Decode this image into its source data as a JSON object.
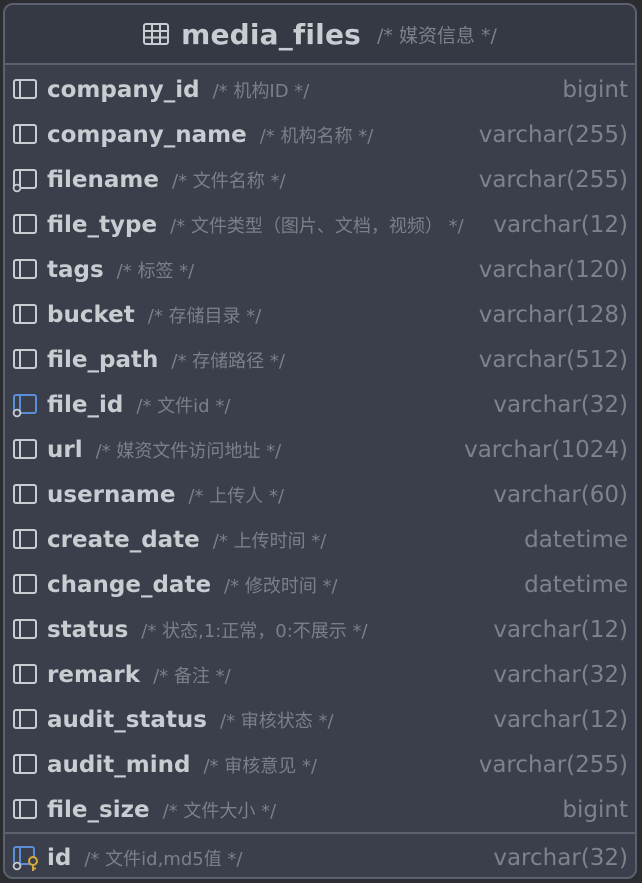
{
  "table": {
    "name": "media_files",
    "comment": "/* 媒资信息 */"
  },
  "columns": [
    {
      "name": "company_id",
      "comment": "/* 机构ID */",
      "type": "bigint",
      "icon": "column-icon"
    },
    {
      "name": "company_name",
      "comment": "/* 机构名称 */",
      "type": "varchar(255)",
      "icon": "column-icon"
    },
    {
      "name": "filename",
      "comment": "/* 文件名称 */",
      "type": "varchar(255)",
      "icon": "indexed-column-icon"
    },
    {
      "name": "file_type",
      "comment": "/* 文件类型（图片、文档，视频） */",
      "type": "varchar(12)",
      "icon": "column-icon"
    },
    {
      "name": "tags",
      "comment": "/* 标签 */",
      "type": "varchar(120)",
      "icon": "column-icon"
    },
    {
      "name": "bucket",
      "comment": "/* 存储目录 */",
      "type": "varchar(128)",
      "icon": "column-icon"
    },
    {
      "name": "file_path",
      "comment": "/* 存储路径 */",
      "type": "varchar(512)",
      "icon": "column-icon"
    },
    {
      "name": "file_id",
      "comment": "/* 文件id */",
      "type": "varchar(32)",
      "icon": "unique-column-icon"
    },
    {
      "name": "url",
      "comment": "/* 媒资文件访问地址 */",
      "type": "varchar(1024)",
      "icon": "column-icon"
    },
    {
      "name": "username",
      "comment": "/* 上传人 */",
      "type": "varchar(60)",
      "icon": "column-icon"
    },
    {
      "name": "create_date",
      "comment": "/* 上传时间 */",
      "type": "datetime",
      "icon": "column-icon"
    },
    {
      "name": "change_date",
      "comment": "/* 修改时间 */",
      "type": "datetime",
      "icon": "column-icon"
    },
    {
      "name": "status",
      "comment": "/* 状态,1:正常，0:不展示 */",
      "type": "varchar(12)",
      "icon": "column-icon"
    },
    {
      "name": "remark",
      "comment": "/* 备注 */",
      "type": "varchar(32)",
      "icon": "column-icon"
    },
    {
      "name": "audit_status",
      "comment": "/* 审核状态 */",
      "type": "varchar(12)",
      "icon": "column-icon"
    },
    {
      "name": "audit_mind",
      "comment": "/* 审核意见 */",
      "type": "varchar(255)",
      "icon": "column-icon"
    },
    {
      "name": "file_size",
      "comment": "/* 文件大小 */",
      "type": "bigint",
      "icon": "column-icon"
    }
  ],
  "primary_key": {
    "name": "id",
    "comment": "/* 文件id,md5值 */",
    "type": "varchar(32)",
    "icon": "primary-key-column-icon"
  },
  "colors": {
    "background": "#2b2d30",
    "card": "#3a3f4b",
    "border": "#5b616e",
    "name_text": "#c9ccd1",
    "comment_text": "#7b7f88",
    "type_text": "#7e828b",
    "index_blue": "#5a8fd8",
    "key_gold": "#d9a83b"
  }
}
